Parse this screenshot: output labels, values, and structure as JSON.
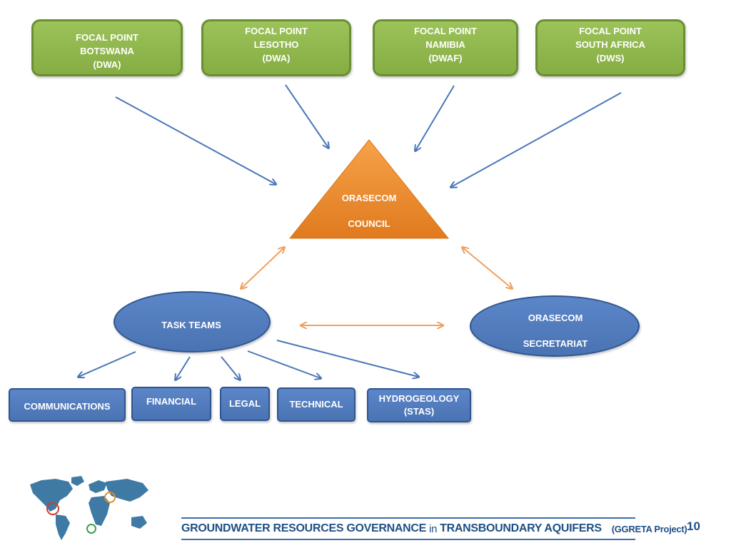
{
  "focal_points": [
    {
      "lines": [
        "FOCAL POINT",
        "BOTSWANA",
        "(DWA)"
      ]
    },
    {
      "lines": [
        "FOCAL POINT",
        "LESOTHO",
        "(DWA)"
      ]
    },
    {
      "lines": [
        "FOCAL POINT",
        "NAMIBIA",
        "(DWAF)"
      ]
    },
    {
      "lines": [
        "FOCAL POINT",
        "SOUTH AFRICA",
        "(DWS)"
      ]
    }
  ],
  "council": {
    "line1": "ORASECOM",
    "line2": "COUNCIL"
  },
  "task_teams": {
    "label": "TASK TEAMS"
  },
  "secretariat": {
    "line1": "ORASECOM",
    "line2": "SECRETARIAT"
  },
  "teams": [
    {
      "lines": [
        "COMMUNICATIONS"
      ]
    },
    {
      "lines": [
        "FINANCIAL"
      ]
    },
    {
      "lines": [
        "LEGAL"
      ]
    },
    {
      "lines": [
        "TECHNICAL"
      ]
    },
    {
      "lines": [
        "HYDROGEOLOGY",
        "(STAS)"
      ]
    }
  ],
  "footer": {
    "part1": "GROUNDWATER RESOURCES GOVERNANCE",
    "part2": "in",
    "part3": "TRANSBOUNDARY AQUIFERS",
    "part4": "(GGRETA Project)"
  },
  "page_number": "10",
  "colors": {
    "focal_green": "#8db54b",
    "council_orange": "#f0882a",
    "node_blue": "#4f7bbd",
    "arrow_blue": "#4a77b8",
    "arrow_orange": "#f0a060"
  }
}
